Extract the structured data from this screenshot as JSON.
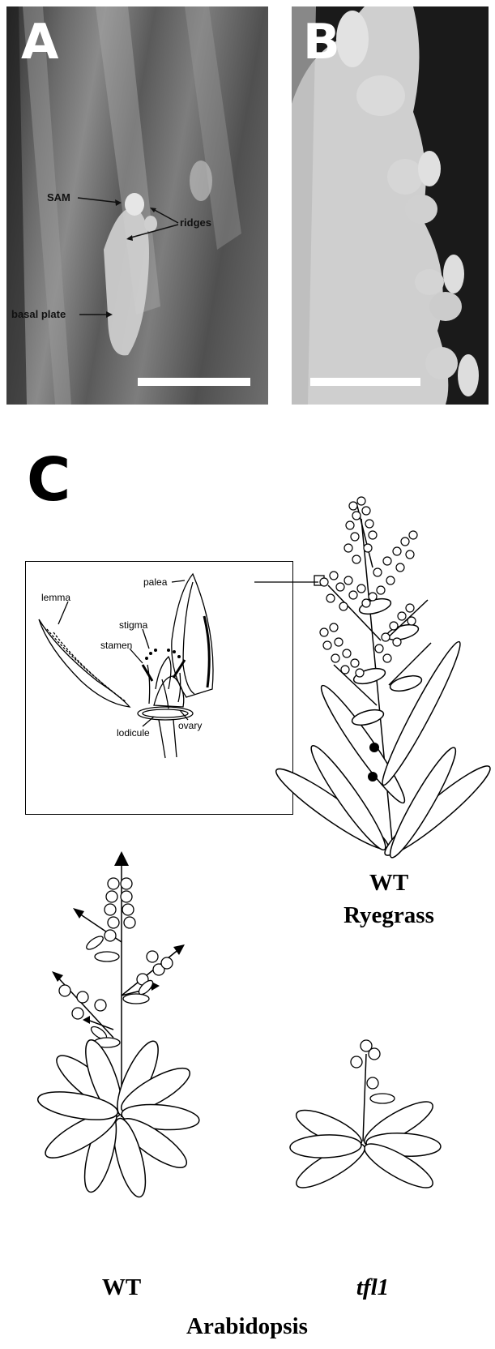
{
  "panels": {
    "a": {
      "letter": "A",
      "labels": {
        "sam": "SAM",
        "ridges": "ridges",
        "basal_plate": "basal plate"
      }
    },
    "b": {
      "letter": "B"
    },
    "c": {
      "letter": "C",
      "inset_labels": {
        "palea": "palea",
        "lemma": "lemma",
        "stigma": "stigma",
        "stamen": "stamen",
        "lodicule": "lodicule",
        "ovary": "ovary"
      },
      "captions": {
        "ryegrass_wt": "WT",
        "ryegrass_name": "Ryegrass",
        "arabidopsis_wt": "WT",
        "arabidopsis_mutant": "tfl1",
        "arabidopsis_name": "Arabidopsis"
      }
    }
  },
  "colors": {
    "photo_background": "#4a4a4a",
    "tissue": "#d8d8d8",
    "line": "#000000"
  }
}
